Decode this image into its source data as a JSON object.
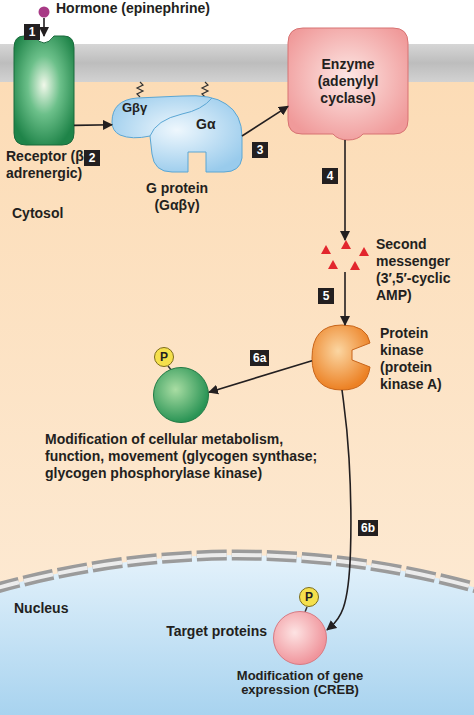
{
  "diagram": {
    "nodes": [
      {
        "text": [
          "Hormone (epinephrine)"
        ]
      },
      {
        "text": [
          "Receptor (β-adrenergic)"
        ]
      },
      {
        "text": [
          "Gβγ",
          "Gα",
          "G protein (Gαβγ)"
        ]
      },
      {
        "text": [
          "Enzyme (adenylyl cyclase)"
        ]
      },
      {
        "text": [
          "Second messenger (3′,5′-cyclic AMP)"
        ]
      },
      {
        "text": [
          "Protein kinase (protein kinase A)"
        ]
      },
      {
        "text": [
          "Modification of cellular metabolism, function, movement (glycogen synthase; glycogen phosphorylase kinase)"
        ]
      },
      {
        "text": [
          "P"
        ],
        "in": 6
      },
      {
        "text": [
          "Target proteins",
          "Modification of gene expression (CREB)"
        ]
      },
      {
        "text": [
          "P"
        ],
        "in": 8
      }
    ],
    "edges": [
      {
        "from": 0,
        "to": 1,
        "arrow": "to"
      },
      {
        "from": 1,
        "to": 2,
        "arrow": "to"
      },
      {
        "from": 2,
        "to": 3,
        "arrow": "to"
      },
      {
        "from": 3,
        "to": 4,
        "arrow": "to"
      },
      {
        "from": 4,
        "to": 5,
        "arrow": "to"
      },
      {
        "from": 5,
        "to": 6,
        "arrow": "to"
      },
      {
        "from": 5,
        "to": 8,
        "arrow": "to"
      }
    ],
    "labels": [
      "1",
      "Cytosol",
      "2",
      "3",
      "4",
      "5",
      "6a",
      "6b",
      "Nucleus"
    ]
  }
}
